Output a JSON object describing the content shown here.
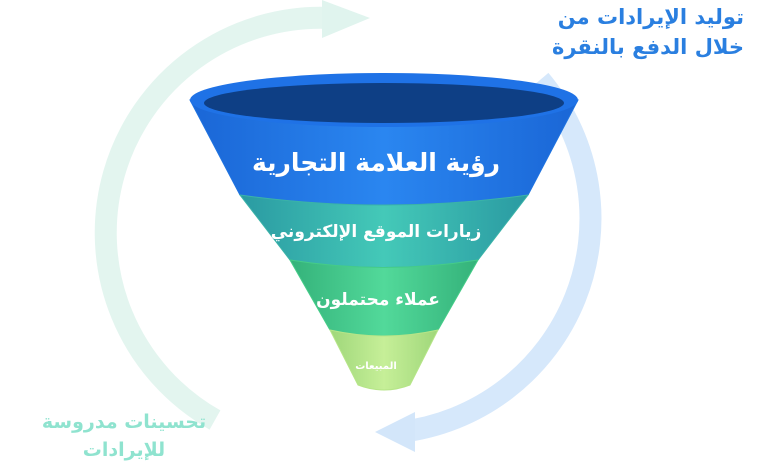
{
  "cycle": {
    "top_caption": [
      "توليد الإيرادات من",
      "خلال الدفع بالنقرة"
    ],
    "bottom_caption": [
      "تحسينات مدروسة",
      "للإيرادات"
    ]
  },
  "funnel": {
    "stages": [
      {
        "label": "رؤية العلامة التجارية",
        "color": "#1f73e0"
      },
      {
        "label": "زيارات الموقع الإلكتروني",
        "color": "#3bb3a8"
      },
      {
        "label": "عملاء محتملون",
        "color": "#45cc88"
      },
      {
        "label": "المبيعات",
        "color": "#b6e588"
      }
    ]
  }
}
